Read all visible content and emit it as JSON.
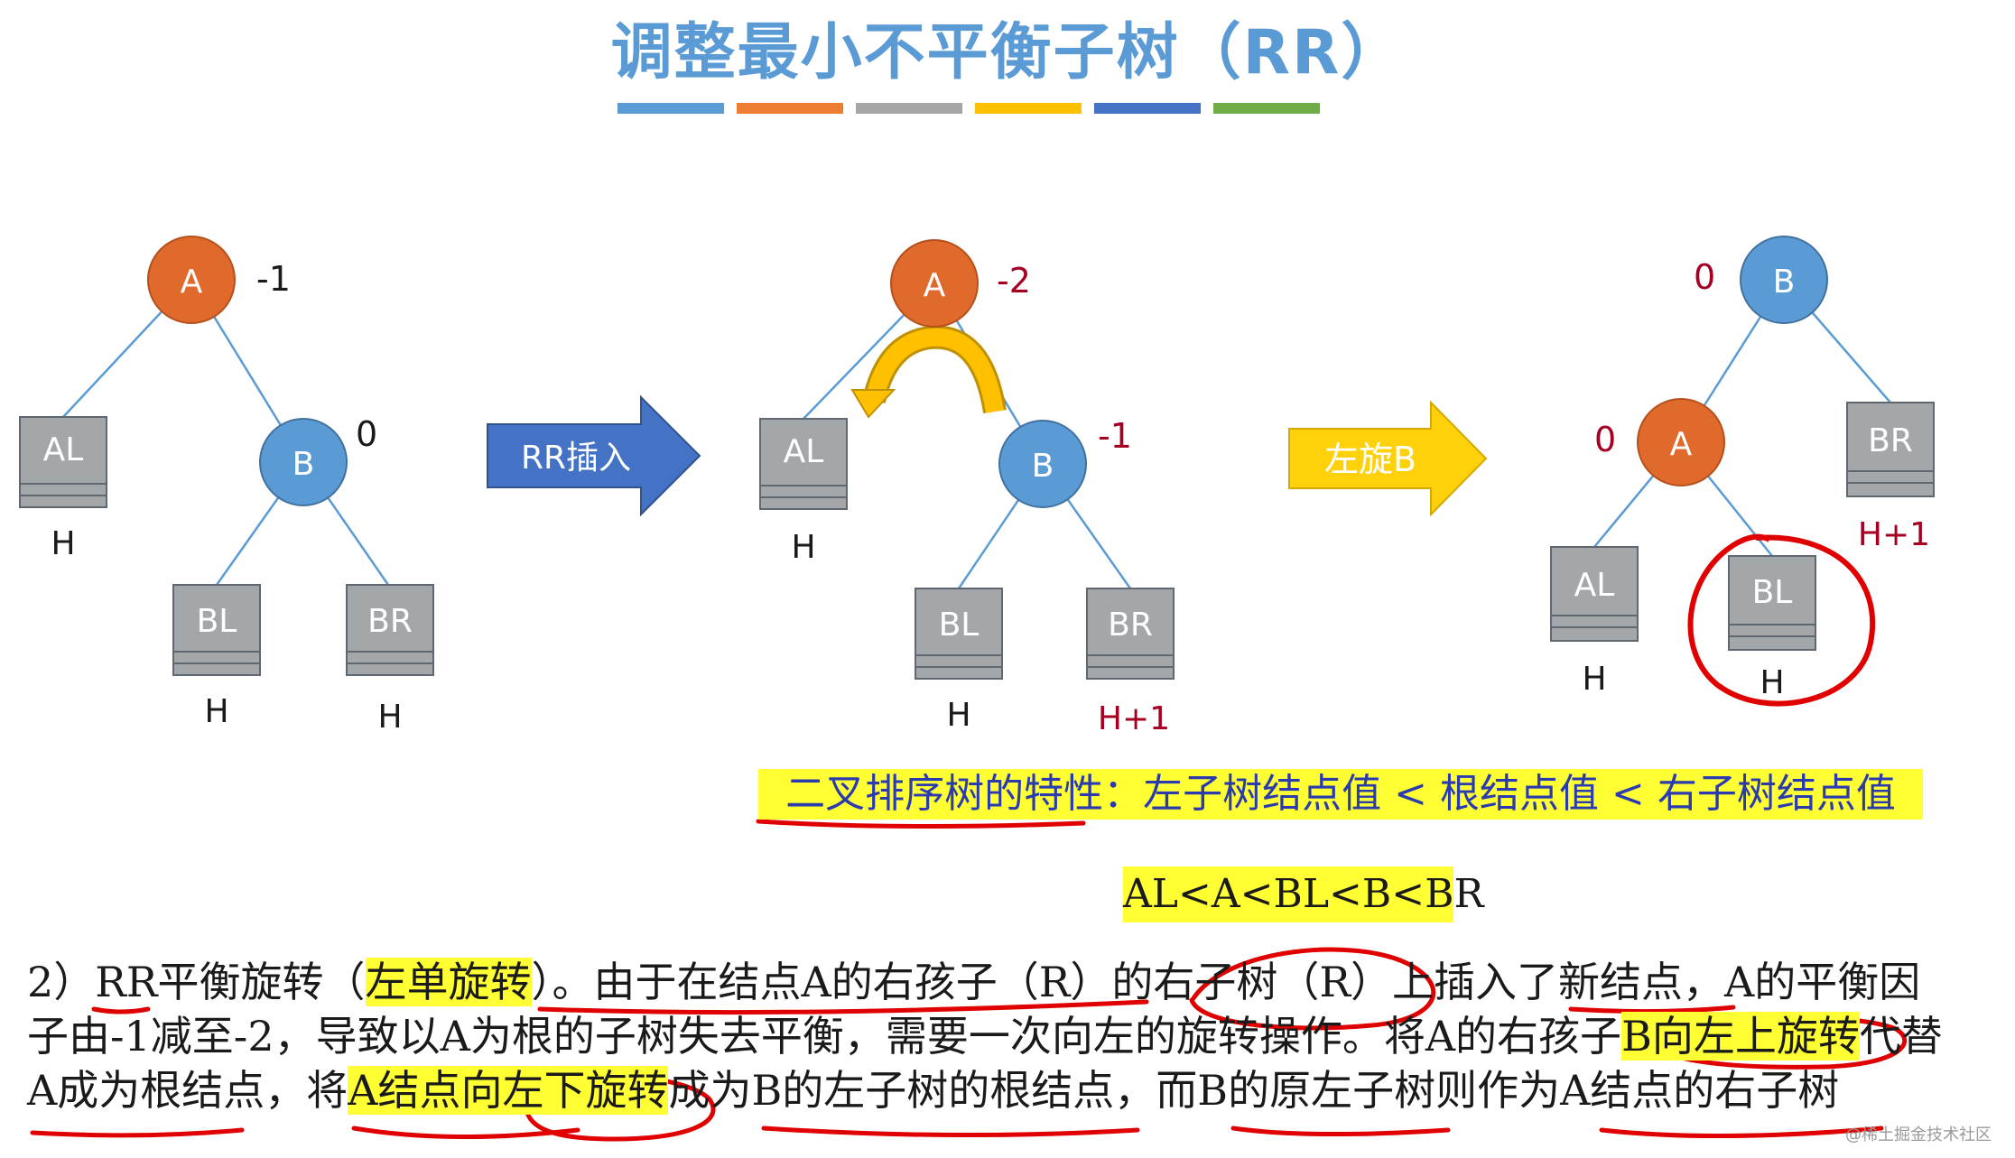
{
  "title": "调整最小不平衡子树（RR）",
  "title_bar_colors": [
    "#5b9bd5",
    "#ed7d31",
    "#a5a5a5",
    "#ffc000",
    "#4472c4",
    "#70ad47"
  ],
  "colors": {
    "node_orange": "#e0692c",
    "node_blue": "#5b9bd5",
    "box_gray": "#9fa3a6",
    "edge": "#5b9bd5",
    "annotation_red": "#c00000"
  },
  "diagram1": {
    "node_a": {
      "label": "A",
      "balance": "-1"
    },
    "node_b": {
      "label": "B",
      "balance": "0"
    },
    "box_al": {
      "label": "AL",
      "height": "H"
    },
    "box_bl": {
      "label": "BL",
      "height": "H"
    },
    "box_br": {
      "label": "BR",
      "height": "H"
    }
  },
  "arrow_insert": {
    "label": "RR插入"
  },
  "diagram2": {
    "node_a": {
      "label": "A",
      "balance": "-2"
    },
    "node_b": {
      "label": "B",
      "balance": "-1"
    },
    "box_al": {
      "label": "AL",
      "height": "H"
    },
    "box_bl": {
      "label": "BL",
      "height": "H"
    },
    "box_br": {
      "label": "BR",
      "height": "H+1"
    }
  },
  "arrow_rotate": {
    "label": "左旋B"
  },
  "diagram3": {
    "node_b": {
      "label": "B",
      "balance": "0"
    },
    "node_a": {
      "label": "A",
      "balance": "0"
    },
    "box_br": {
      "label": "BR",
      "height": "H+1"
    },
    "box_al": {
      "label": "AL",
      "height": "H"
    },
    "box_bl": {
      "label": "BL",
      "height": "H"
    }
  },
  "property_text": "二叉排序树的特性：左子树结点值 < 根结点值 < 右子树结点值",
  "order_text": "AL<A<BL<B<BR",
  "paragraph": {
    "l1_a": "2）RR平衡旋转（",
    "l1_hl": "左单旋转",
    "l1_b": "）。由于在结点A的右孩子（R）的右子树（R）上插入了新结点，A的平衡因",
    "l2_a": "子由-1减至-2，导致以A为根的子树失去平衡，需要一次向左的旋转操作。将A的右孩子",
    "l2_hl": "B向左上旋转",
    "l2_b": "代替",
    "l3_a": "A成为根结点，将",
    "l3_hl": "A结点向左下旋转",
    "l3_b": "成为B的左子树的根结点，而B的原左子树则作为A结点的右子树"
  },
  "watermark": "@稀土掘金技术社区"
}
